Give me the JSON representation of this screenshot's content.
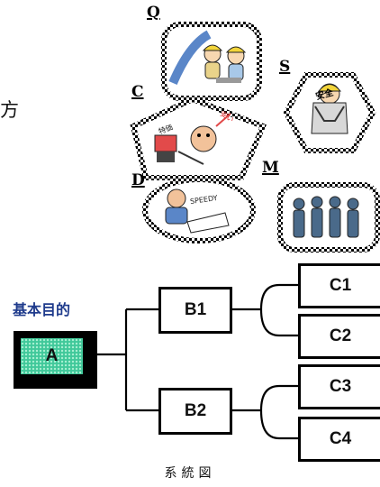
{
  "illustrations": {
    "q_label": "Q",
    "s_label": "S",
    "c_label": "C",
    "d_label": "D",
    "m_label": "M",
    "s_badge_text": "安全",
    "c_sign_text_left": "特価",
    "c_sign_text_right": "安い",
    "d_speech_text": "SPEEDY",
    "left_fragment": "方"
  },
  "tree": {
    "root_heading": "基本目的",
    "root_label": "A",
    "b1_label": "B1",
    "b2_label": "B2",
    "c1_label": "C1",
    "c2_label": "C2",
    "c3_label": "C3",
    "c4_label": "C4"
  },
  "caption": "系統図",
  "colors": {
    "root_fill": "#40c89a",
    "heading_text": "#1f3b8c",
    "frame": "#000000"
  }
}
